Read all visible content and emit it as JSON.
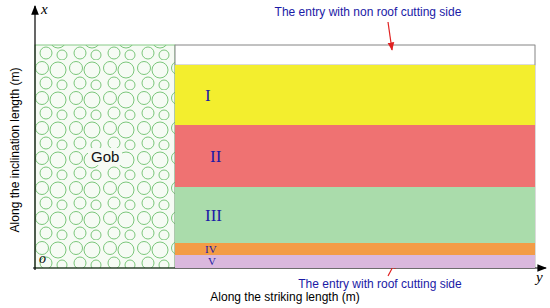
{
  "diagram": {
    "nodes": [
      {
        "text": [
          "Gob"
        ]
      },
      {
        "text": [
          "I"
        ]
      },
      {
        "text": [
          "II"
        ]
      },
      {
        "text": [
          "III"
        ]
      },
      {
        "text": [
          "IV"
        ]
      },
      {
        "text": [
          "V"
        ]
      }
    ],
    "labels": [
      "x",
      "y",
      "o",
      "The entry with non roof cutting side",
      "The entry with roof cutting side",
      "Along the inclination length (m)",
      "Along the striking length (m)"
    ]
  }
}
